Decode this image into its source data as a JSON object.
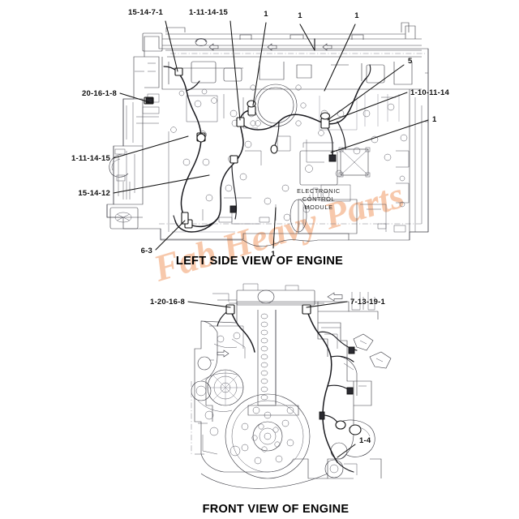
{
  "document": {
    "type": "parts-diagram",
    "background_color": "#ffffff",
    "line_color": "#111111",
    "watermark": {
      "text": "Fab Heavy Parts",
      "color": "#f5b48c"
    }
  },
  "views": [
    {
      "id": "left-side",
      "title": "LEFT SIDE VIEW OF ENGINE",
      "callouts": [
        {
          "id": "lc1",
          "label": "15-14-7-1",
          "anchor": "top-left"
        },
        {
          "id": "lc2",
          "label": "1-11-14-15",
          "anchor": "top-center-left"
        },
        {
          "id": "lc3",
          "label": "1",
          "anchor": "top-center"
        },
        {
          "id": "lc4",
          "label": "1",
          "anchor": "top-center-right"
        },
        {
          "id": "lc5",
          "label": "1",
          "anchor": "top-right"
        },
        {
          "id": "lc6",
          "label": "5",
          "anchor": "right-upper"
        },
        {
          "id": "lc7",
          "label": "1-10-11-14",
          "anchor": "right-mid"
        },
        {
          "id": "lc8",
          "label": "1",
          "anchor": "right-lower"
        },
        {
          "id": "lc9",
          "label": "20-16-1-8",
          "anchor": "left-upper"
        },
        {
          "id": "lc10",
          "label": "1-11-14-15",
          "anchor": "left-mid"
        },
        {
          "id": "lc11",
          "label": "15-14-12",
          "anchor": "left-lower"
        },
        {
          "id": "lc12",
          "label": "6-3",
          "anchor": "bottom-left"
        },
        {
          "id": "lc13",
          "label": "1",
          "anchor": "bottom-center"
        }
      ],
      "component_labels": [
        {
          "id": "ecm",
          "lines": [
            "ELECTRONIC",
            "CONTROL",
            "MODULE"
          ]
        }
      ]
    },
    {
      "id": "front",
      "title": "FRONT VIEW OF ENGINE",
      "callouts": [
        {
          "id": "fc1",
          "label": "1-20-16-8",
          "anchor": "left"
        },
        {
          "id": "fc2",
          "label": "7-13-19-1",
          "anchor": "right"
        },
        {
          "id": "fc3",
          "label": "1-4",
          "anchor": "right-lower"
        }
      ]
    }
  ]
}
